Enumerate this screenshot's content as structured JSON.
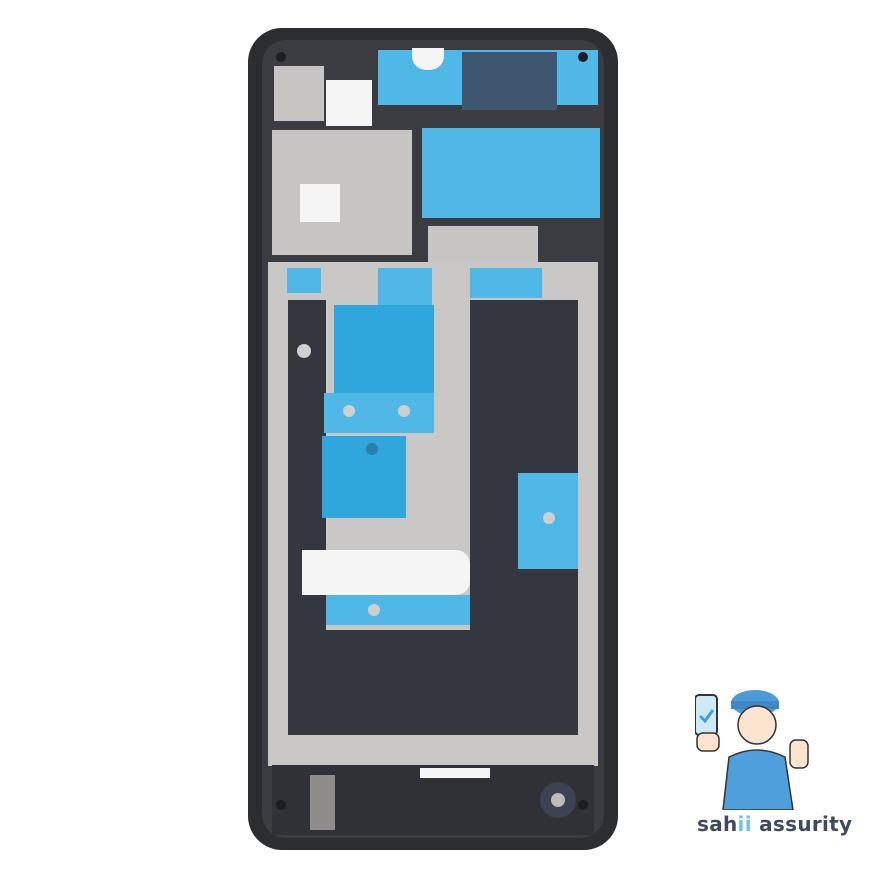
{
  "image": {
    "subject": "Phone middle frame (bezel) front view",
    "colors": {
      "frame": "#2b2d31",
      "adhesive_blue": "#4fb8e6",
      "metal_plate": "#c9c8c6",
      "graphite_sheet": "#353740"
    }
  },
  "logo": {
    "brand_part1": "sah",
    "brand_accent": "ii",
    "brand_part2": " assurity",
    "mascot": "technician holding phone with checkmark, thumbs up",
    "text_color": "#3e4a5e",
    "accent_color": "#6ec3e8"
  }
}
